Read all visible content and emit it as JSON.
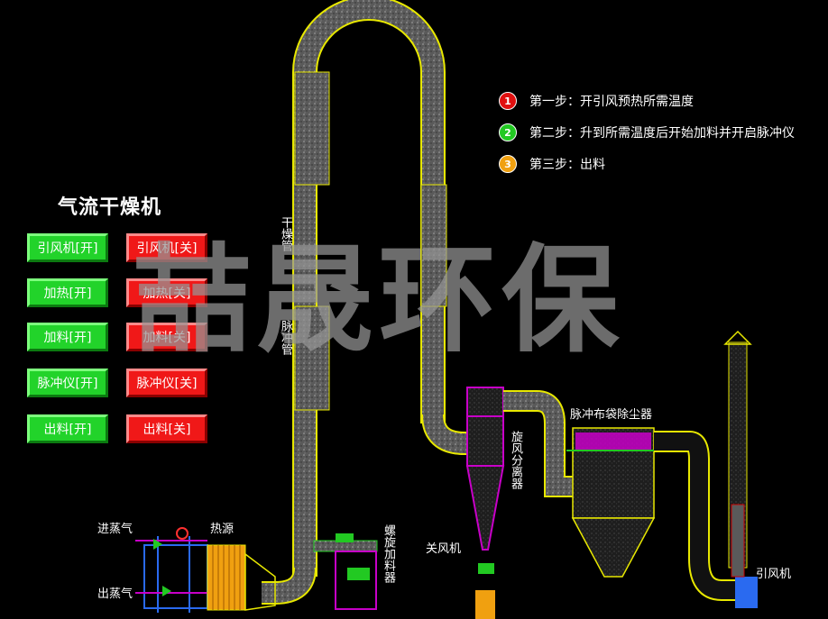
{
  "title": "气流干燥机",
  "watermark": "喆晟环保",
  "colors": {
    "on": "#22d32a",
    "off": "#f01818",
    "pipe": "#cfcfcf",
    "outline": "#e6e600",
    "magenta": "#c800c8",
    "bg": "#000000"
  },
  "controls": [
    {
      "on": "引风机[开]",
      "off": "引风机[关]"
    },
    {
      "on": "加热[开]",
      "off": "加热[关]"
    },
    {
      "on": "加料[开]",
      "off": "加料[关]"
    },
    {
      "on": "脉冲仪[开]",
      "off": "脉冲仪[关]"
    },
    {
      "on": "出料[开]",
      "off": "出料[关]"
    }
  ],
  "steps": [
    {
      "num": "1",
      "color": "#e01010",
      "text": "第一步：开引风预热所需温度"
    },
    {
      "num": "2",
      "color": "#22c922",
      "text": "第二步：升到所需温度后开始加料并开启脉冲仪"
    },
    {
      "num": "3",
      "color": "#f0a010",
      "text": "第三步：出料"
    }
  ],
  "labels": {
    "steam_in": "进蒸气",
    "steam_out": "出蒸气",
    "heat_source": "热源",
    "drying_tube": "干燥管",
    "pulse_tube": "脉冲管",
    "screw_feeder": "螺旋加料器",
    "cyclone": "旋风分离器",
    "airlock": "关风机",
    "bag_filter": "脉冲布袋除尘器",
    "fan": "引风机"
  }
}
